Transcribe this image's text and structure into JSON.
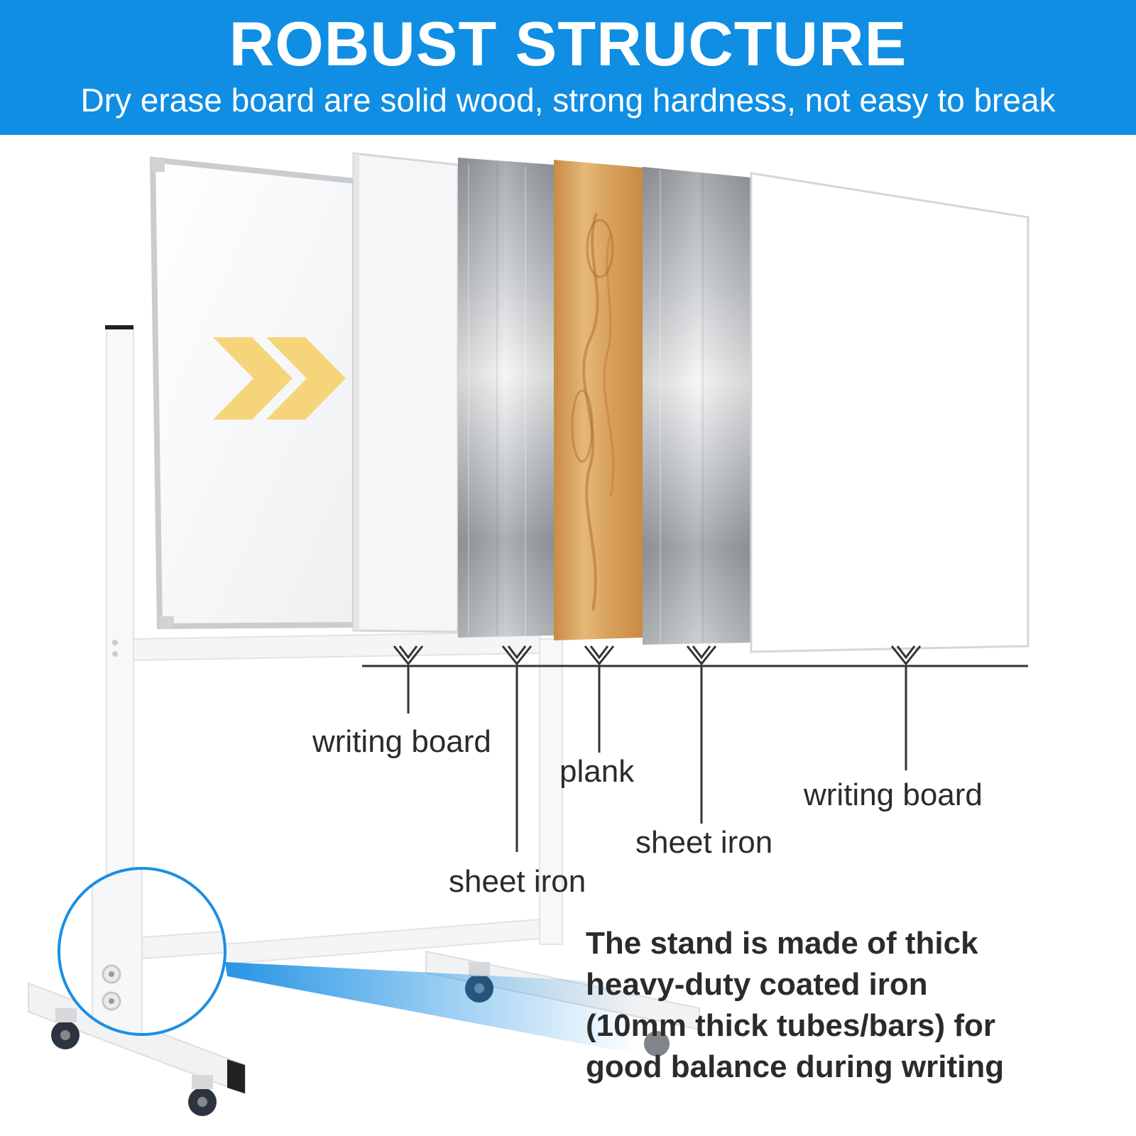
{
  "banner": {
    "title": "ROBUST STRUCTURE",
    "subtitle": "Dry erase board are solid wood, strong hardness, not easy to break",
    "color": "#0f8ee3"
  },
  "layers": [
    {
      "label": "writing board",
      "material": "white-board"
    },
    {
      "label": "sheet iron",
      "material": "brushed-steel"
    },
    {
      "label": "plank",
      "material": "wood"
    },
    {
      "label": "sheet iron",
      "material": "brushed-steel"
    },
    {
      "label": "writing board",
      "material": "white-board"
    }
  ],
  "stand_description": {
    "lines": [
      "The stand is made of thick",
      "heavy-duty coated iron",
      "(10mm thick tubes/bars) for",
      "good balance during writing"
    ]
  },
  "icons": [
    "double-chevron-right-icon",
    "zoom-circle-icon",
    "caster-wheel-icon"
  ],
  "colors": {
    "chevron": "#f5d47a",
    "zoom_ring": "#1a8fe3",
    "wood": "#d9a15c",
    "steel": "#b8bcc0"
  }
}
